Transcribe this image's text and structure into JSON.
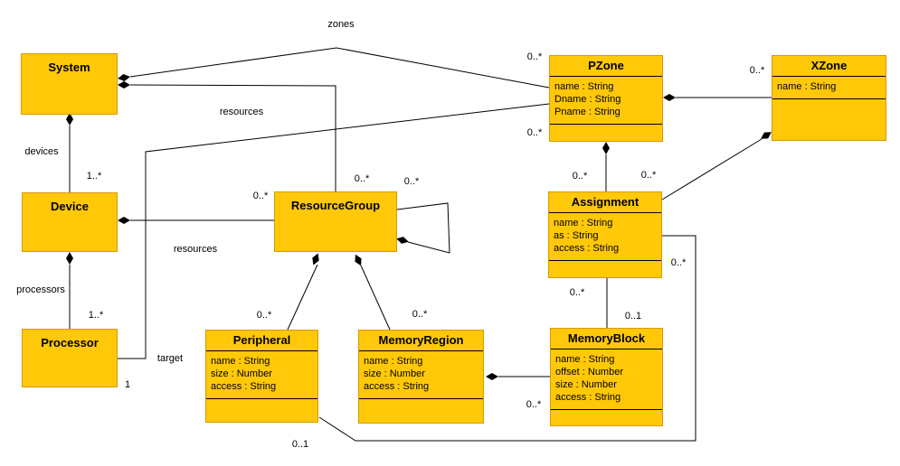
{
  "diagram_type": "uml-class-diagram",
  "colors": {
    "class_fill": "#FFC808",
    "class_border": "#D89800",
    "line_color": "#000000",
    "background": "#FFFFFF"
  },
  "classes": {
    "system": {
      "title": "System"
    },
    "device": {
      "title": "Device"
    },
    "processor": {
      "title": "Processor"
    },
    "resource_group": {
      "title": "ResourceGroup"
    },
    "peripheral": {
      "title": "Peripheral",
      "attrs": [
        "name : String",
        "size : Number",
        "access : String"
      ]
    },
    "memory_region": {
      "title": "MemoryRegion",
      "attrs": [
        "name : String",
        "size : Number",
        "access : String"
      ]
    },
    "memory_block": {
      "title": "MemoryBlock",
      "attrs": [
        "name : String",
        "offset : Number",
        "size : Number",
        "access : String"
      ]
    },
    "assignment": {
      "title": "Assignment",
      "attrs": [
        "name : String",
        "as : String",
        "access : String"
      ]
    },
    "pzone": {
      "title": "PZone",
      "attrs": [
        "name : String",
        "Dname : String",
        "Pname : String"
      ]
    },
    "xzone": {
      "title": "XZone",
      "attrs": [
        "name : String"
      ]
    }
  },
  "labels": {
    "zones": "zones",
    "resources_system": "resources",
    "resources_device": "resources",
    "devices": "devices",
    "processors": "processors",
    "target": "target",
    "mult_device": "1..*",
    "mult_processor": "1..*",
    "mult_target_source": "1",
    "mult_rg_from_device": "0..*",
    "mult_rg_from_system": "0..*",
    "mult_rg_self": "0..*",
    "mult_peripheral": "0..*",
    "mult_memory_region": "0..*",
    "mult_pzone_zones": "0..*",
    "mult_pzone_target": "0..*",
    "mult_xzone": "0..*",
    "mult_assignment_from_pzone": "0..*",
    "mult_assignment_from_xzone": "0..*",
    "mult_assignment_right": "0..*",
    "mult_assignment_bottom": "0..*",
    "mult_memory_block_top": "0..1",
    "mult_memory_block_left": "0..*",
    "mult_peripheral_bottom": "0..1"
  }
}
